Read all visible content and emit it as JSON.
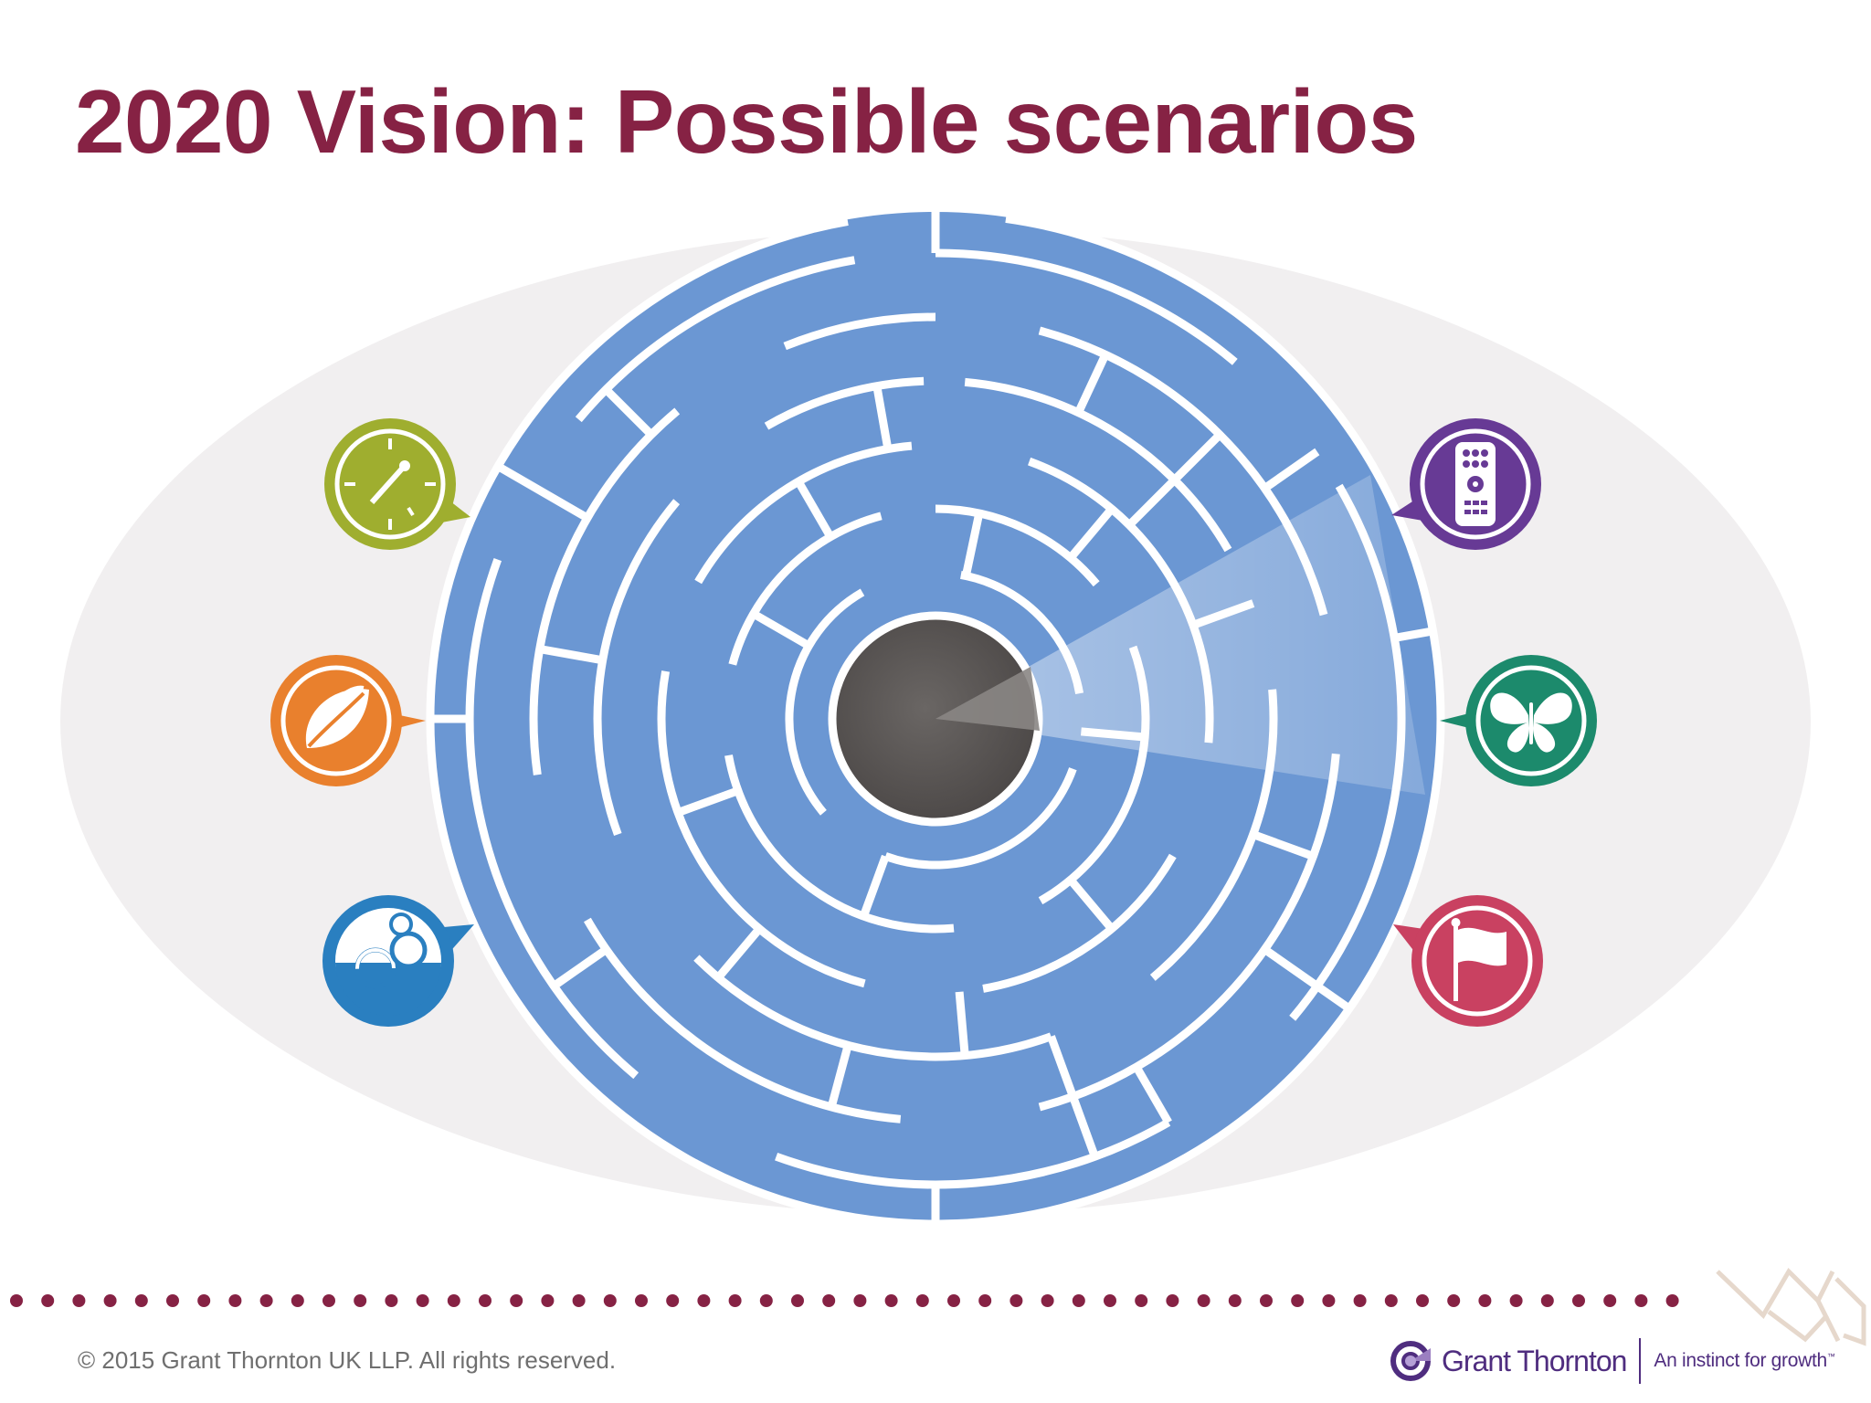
{
  "slide": {
    "title": "2020 Vision: Possible scenarios",
    "copyright": "© 2015 Grant Thornton UK LLP. All rights reserved."
  },
  "brand": {
    "name": "Grant Thornton",
    "tagline": "An instinct for growth",
    "trademark": "™"
  },
  "scenario_icons": [
    {
      "icon": "clock-icon",
      "color": "#9fae2f"
    },
    {
      "icon": "leaf-icon",
      "color": "#e9802d"
    },
    {
      "icon": "bubbles-icon",
      "color": "#2a7fc0"
    },
    {
      "icon": "remote-control-icon",
      "color": "#673a95"
    },
    {
      "icon": "butterfly-icon",
      "color": "#1c8a6c"
    },
    {
      "icon": "flag-icon",
      "color": "#c94161"
    }
  ],
  "colors": {
    "title": "#862244",
    "maze": "#6b97d3",
    "pupil": "#5a5655",
    "eye_white": "#f1eff0",
    "dots": "#862244",
    "footer_text": "#6f6f6f",
    "brand_purple": "#4f2d7f"
  }
}
